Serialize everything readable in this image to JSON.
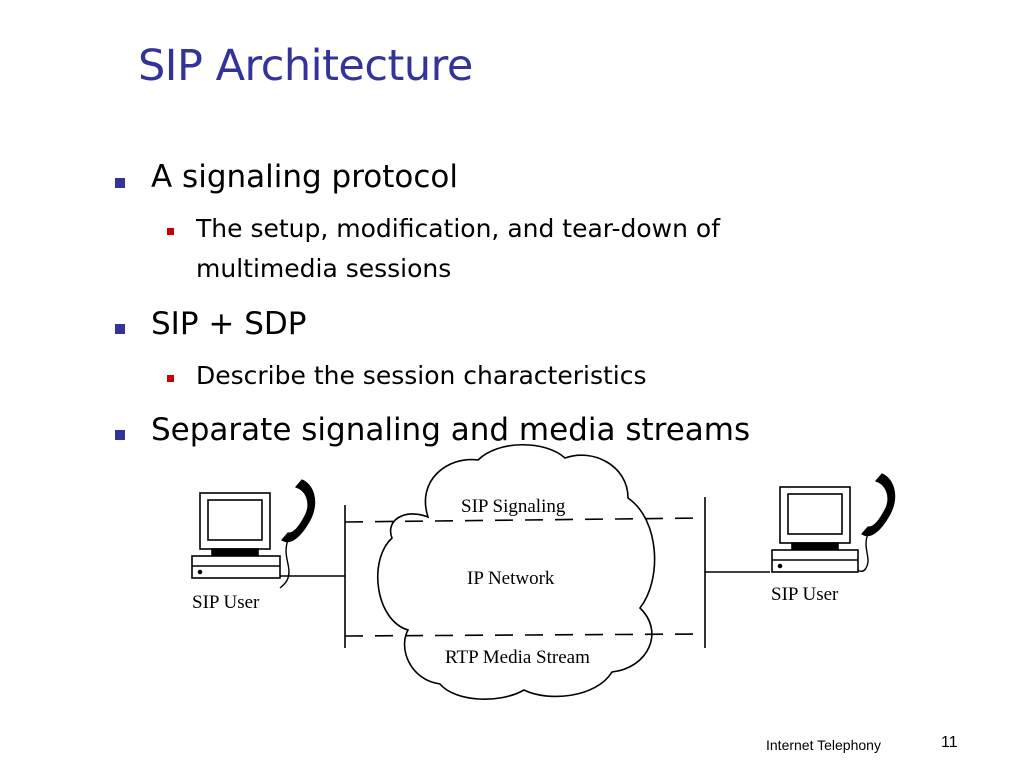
{
  "slide": {
    "title": "SIP Architecture",
    "bullets": [
      {
        "text": "A signaling protocol",
        "sub": [
          "The setup, modification, and tear-down of multimedia sessions"
        ]
      },
      {
        "text": "SIP + SDP",
        "sub": [
          "Describe the session characteristics"
        ]
      },
      {
        "text": "Separate signaling and media streams",
        "sub": []
      }
    ]
  },
  "diagram": {
    "left_user_label": "SIP User",
    "right_user_label": "SIP User",
    "signaling_label": "SIP Signaling",
    "network_label": "IP Network",
    "media_label": "RTP Media Stream"
  },
  "footer": {
    "text": "Internet Telephony",
    "page_number": "11"
  },
  "colors": {
    "title": "#333399",
    "level1_bullet": "#333399",
    "level2_bullet": "#cc0000"
  }
}
